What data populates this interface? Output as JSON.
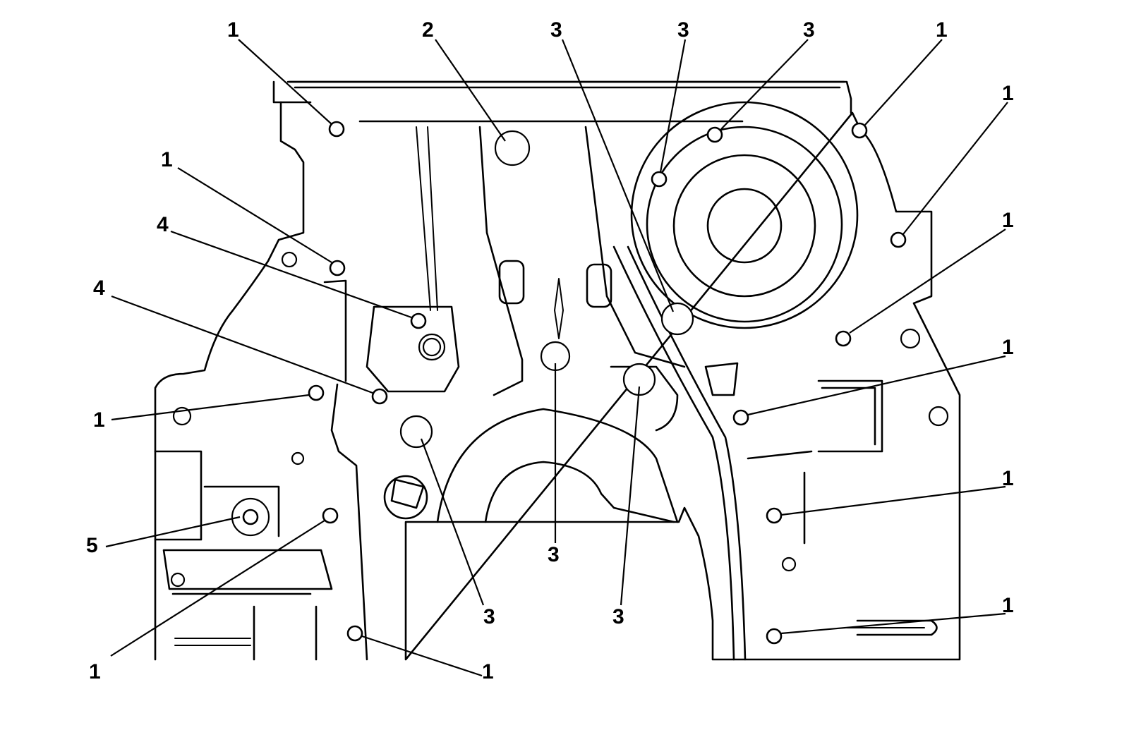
{
  "diagram": {
    "callouts": [
      {
        "id": "c1a",
        "label": "1"
      },
      {
        "id": "c2",
        "label": "2"
      },
      {
        "id": "c3a",
        "label": "3"
      },
      {
        "id": "c3b",
        "label": "3"
      },
      {
        "id": "c3c",
        "label": "3"
      },
      {
        "id": "c1b",
        "label": "1"
      },
      {
        "id": "c1c",
        "label": "1"
      },
      {
        "id": "c1d",
        "label": "1"
      },
      {
        "id": "c4a",
        "label": "4"
      },
      {
        "id": "c1e",
        "label": "1"
      },
      {
        "id": "c4b",
        "label": "4"
      },
      {
        "id": "c1f",
        "label": "1"
      },
      {
        "id": "c1g",
        "label": "1"
      },
      {
        "id": "c1h",
        "label": "1"
      },
      {
        "id": "c5",
        "label": "5"
      },
      {
        "id": "c3d",
        "label": "3"
      },
      {
        "id": "c3e",
        "label": "3"
      },
      {
        "id": "c3f",
        "label": "3"
      },
      {
        "id": "c1i",
        "label": "1"
      },
      {
        "id": "c1j",
        "label": "1"
      },
      {
        "id": "c1k",
        "label": "1"
      }
    ]
  }
}
